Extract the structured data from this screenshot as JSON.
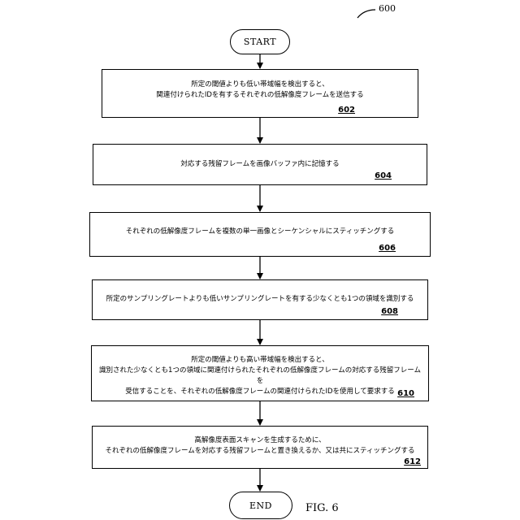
{
  "figure": {
    "number": "600",
    "caption": "FIG. 6"
  },
  "start_label": "START",
  "end_label": "END",
  "steps": [
    {
      "text": "所定の閾値よりも低い帯域幅を検出すると、\n関連付けられたIDを有するそれぞれの低解像度フレームを送信する",
      "ref": "602"
    },
    {
      "text": "対応する残留フレームを画像バッファ内に記憶する",
      "ref": "604"
    },
    {
      "text": "それぞれの低解像度フレームを複数の単一画像とシーケンシャルにスティッチングする",
      "ref": "606"
    },
    {
      "text": "所定のサンプリングレートよりも低いサンプリングレートを有する少なくとも1つの領域を識別する",
      "ref": "608"
    },
    {
      "text": "所定の閾値よりも高い帯域幅を検出すると、\n識別された少なくとも1つの領域に関連付けられたそれぞれの低解像度フレームの対応する残留フレームを\n受信することを、それぞれの低解像度フレームの関連付けられたIDを使用して要求する",
      "ref": "610"
    },
    {
      "text": "高解像度表面スキャンを生成するために、\nそれぞれの低解像度フレームを対応する残留フレームと置き換えるか、又は共にスティッチングする",
      "ref": "612"
    }
  ]
}
